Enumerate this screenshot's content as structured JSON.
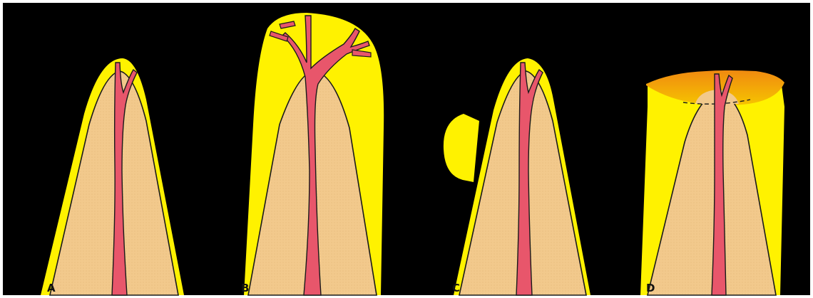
{
  "panels": [
    {
      "label": "A"
    },
    {
      "label": "B"
    },
    {
      "label": "C"
    },
    {
      "label": "D"
    }
  ],
  "colors": {
    "background": "#000000",
    "frame": "#ffffff",
    "dentin": "#f2c98c",
    "pulp": "#e8566b",
    "bone": "#fff200",
    "burst": "#f0a020",
    "outline": "#1a1a1a"
  }
}
